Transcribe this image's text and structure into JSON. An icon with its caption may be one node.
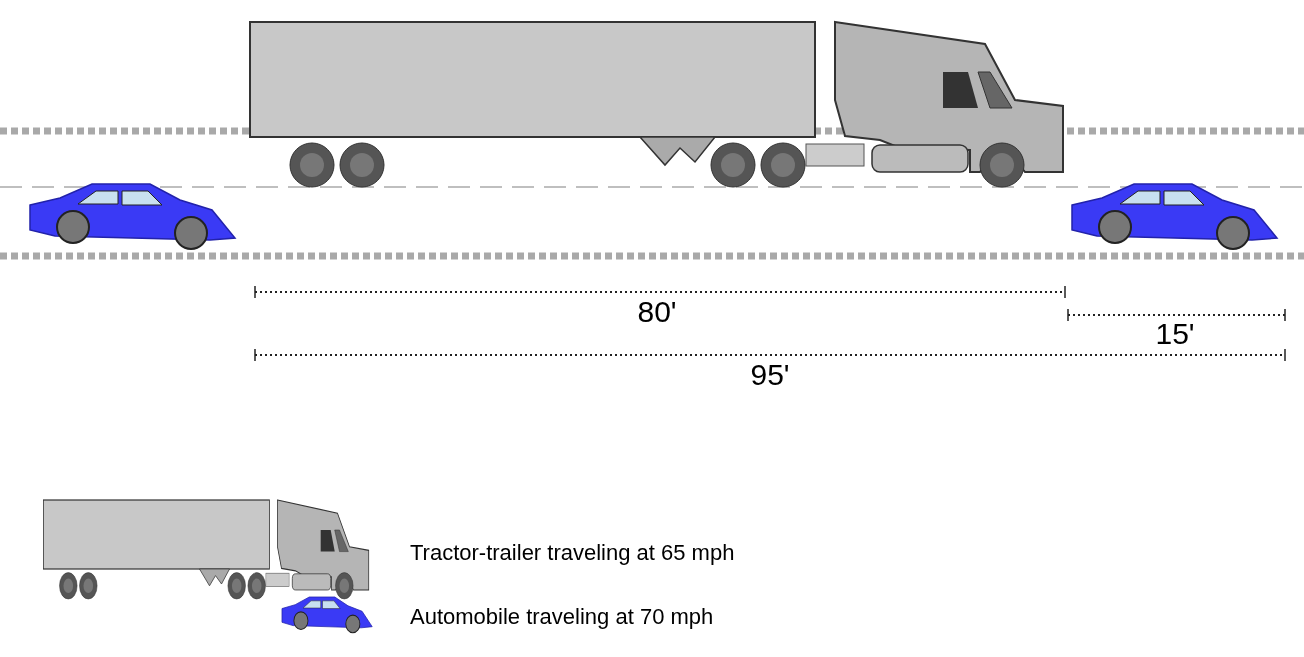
{
  "diagram": {
    "labels": [
      "80'",
      "15'",
      "95'"
    ],
    "legend": [
      {
        "text": "Tractor-trailer traveling at 65 mph"
      },
      {
        "text": "Automobile traveling at 70 mph"
      }
    ]
  }
}
